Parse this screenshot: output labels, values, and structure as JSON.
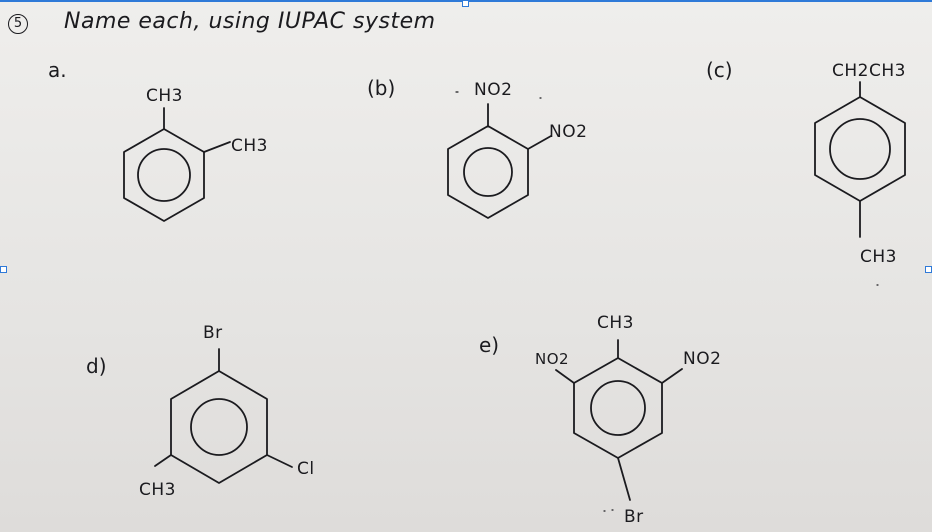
{
  "problem": {
    "number": "5",
    "title": "Name each, using IUPAC system"
  },
  "compounds": [
    {
      "label": "a.",
      "substituents": [
        "CH3",
        "CH3"
      ]
    },
    {
      "label": "(b)",
      "substituents": [
        "NO2",
        "NO2"
      ]
    },
    {
      "label": "(c)",
      "substituents": [
        "CH2CH3",
        "CH3"
      ]
    },
    {
      "label": "d)",
      "substituents": [
        "Br",
        "CH3",
        "Cl"
      ]
    },
    {
      "label": "e)",
      "substituents": [
        "CH3",
        "NO2",
        "NO2",
        "Br"
      ]
    }
  ],
  "colors": {
    "ink": "#1b1b1f",
    "paper": "#e9e8e6",
    "selection": "#2f7ad8"
  }
}
